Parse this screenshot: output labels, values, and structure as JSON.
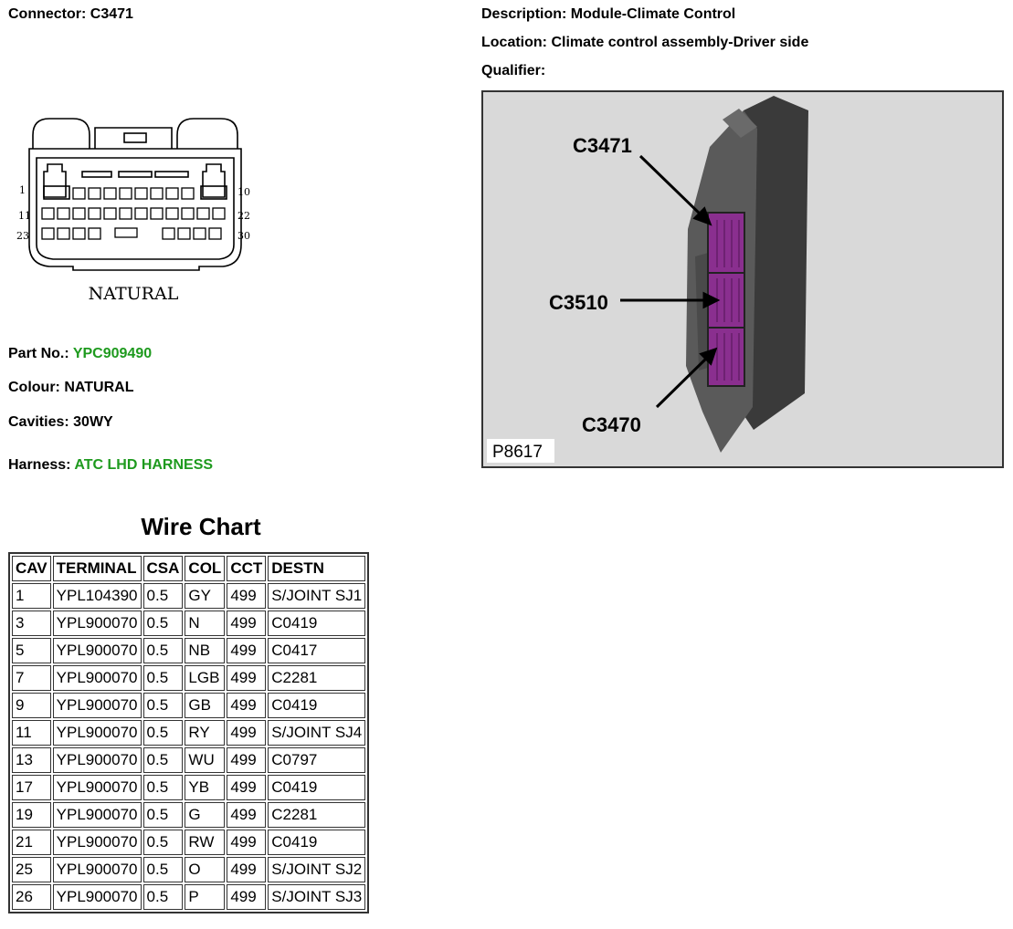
{
  "connector": {
    "label": "Connector:",
    "value": "C3471"
  },
  "description": {
    "label": "Description:",
    "value": "Module-Climate Control"
  },
  "location": {
    "label": "Location:",
    "value": "Climate control assembly-Driver side"
  },
  "qualifier": {
    "label": "Qualifier:",
    "value": ""
  },
  "diagram": {
    "colour_caption": "NATURAL",
    "pin_labels": {
      "first": "1",
      "row1_end": "10",
      "row2_start": "11",
      "row2_end": "22",
      "row3_start": "23",
      "row3_end": "30"
    }
  },
  "photo": {
    "callouts": {
      "top": "C3471",
      "middle": "C3510",
      "bottom": "C3470"
    },
    "figure_id": "P8617",
    "colors": {
      "background": "#d9d9d9",
      "housing": "#555555",
      "connector": "#8a2f8f"
    }
  },
  "part_no": {
    "label": "Part No.:",
    "value": "YPC909490"
  },
  "colour": {
    "label": "Colour:",
    "value": "NATURAL"
  },
  "cavities": {
    "label": "Cavities:",
    "value": "30WY"
  },
  "harness": {
    "label": "Harness:",
    "value": "ATC LHD HARNESS"
  },
  "colors": {
    "link_green": "#1e9a1e"
  },
  "wire_chart": {
    "title": "Wire Chart",
    "headers": [
      "CAV",
      "TERMINAL",
      "CSA",
      "COL",
      "CCT",
      "DESTN"
    ],
    "rows": [
      [
        "1",
        "YPL104390",
        "0.5",
        "GY",
        "499",
        "S/JOINT SJ1"
      ],
      [
        "3",
        "YPL900070",
        "0.5",
        "N",
        "499",
        "C0419"
      ],
      [
        "5",
        "YPL900070",
        "0.5",
        "NB",
        "499",
        "C0417"
      ],
      [
        "7",
        "YPL900070",
        "0.5",
        "LGB",
        "499",
        "C2281"
      ],
      [
        "9",
        "YPL900070",
        "0.5",
        "GB",
        "499",
        "C0419"
      ],
      [
        "11",
        "YPL900070",
        "0.5",
        "RY",
        "499",
        "S/JOINT SJ4"
      ],
      [
        "13",
        "YPL900070",
        "0.5",
        "WU",
        "499",
        "C0797"
      ],
      [
        "17",
        "YPL900070",
        "0.5",
        "YB",
        "499",
        "C0419"
      ],
      [
        "19",
        "YPL900070",
        "0.5",
        "G",
        "499",
        "C2281"
      ],
      [
        "21",
        "YPL900070",
        "0.5",
        "RW",
        "499",
        "C0419"
      ],
      [
        "25",
        "YPL900070",
        "0.5",
        "O",
        "499",
        "S/JOINT SJ2"
      ],
      [
        "26",
        "YPL900070",
        "0.5",
        "P",
        "499",
        "S/JOINT SJ3"
      ]
    ]
  }
}
